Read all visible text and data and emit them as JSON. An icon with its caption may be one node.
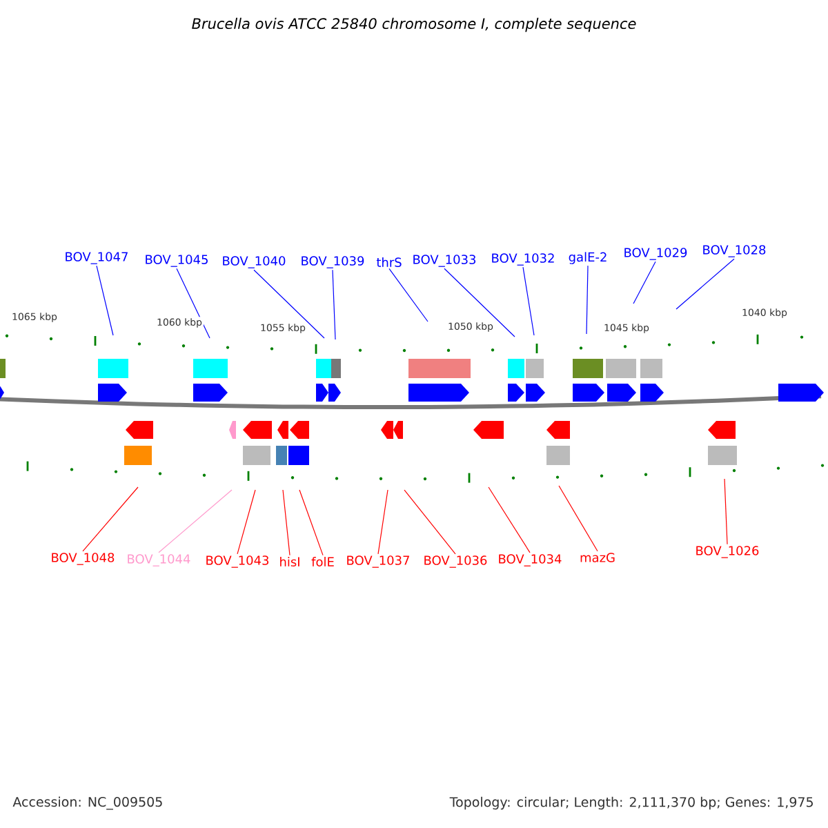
{
  "diagram": {
    "title": "Brucella ovis ATCC 25840 chromosome I, complete sequence",
    "nodes": [
      {
        "text": [
          "BOV_1047"
        ]
      },
      {
        "text": [
          "BOV_1045"
        ]
      },
      {
        "text": [
          "BOV_1040"
        ]
      },
      {
        "text": [
          "BOV_1039"
        ]
      },
      {
        "text": [
          "thrS"
        ]
      },
      {
        "text": [
          "BOV_1033"
        ]
      },
      {
        "text": [
          "BOV_1032"
        ]
      },
      {
        "text": [
          "galE-2"
        ]
      },
      {
        "text": [
          "BOV_1029"
        ]
      },
      {
        "text": [
          "BOV_1028"
        ]
      },
      {
        "text": [
          "BOV_1048"
        ]
      },
      {
        "text": [
          "BOV_1044"
        ]
      },
      {
        "text": [
          "BOV_1043"
        ]
      },
      {
        "text": [
          "hisI"
        ]
      },
      {
        "text": [
          "folE"
        ]
      },
      {
        "text": [
          "BOV_1037"
        ]
      },
      {
        "text": [
          "BOV_1036"
        ]
      },
      {
        "text": [
          "BOV_1034"
        ]
      },
      {
        "text": [
          "mazG"
        ]
      },
      {
        "text": [
          "BOV_1026"
        ]
      }
    ],
    "edges": [
      {
        "from": 0,
        "to": null,
        "arrow": "none",
        "color": "#0000ff"
      },
      {
        "from": 1,
        "to": null,
        "arrow": "none",
        "color": "#0000ff"
      },
      {
        "from": 2,
        "to": null,
        "arrow": "none",
        "color": "#0000ff"
      },
      {
        "from": 3,
        "to": null,
        "arrow": "none",
        "color": "#0000ff"
      },
      {
        "from": 4,
        "to": null,
        "arrow": "none",
        "color": "#0000ff"
      },
      {
        "from": 5,
        "to": null,
        "arrow": "none",
        "color": "#0000ff"
      },
      {
        "from": 6,
        "to": null,
        "arrow": "none",
        "color": "#0000ff"
      },
      {
        "from": 7,
        "to": null,
        "arrow": "none",
        "color": "#0000ff"
      },
      {
        "from": 8,
        "to": null,
        "arrow": "none",
        "color": "#0000ff"
      },
      {
        "from": 9,
        "to": null,
        "arrow": "none",
        "color": "#0000ff"
      },
      {
        "from": 10,
        "to": null,
        "arrow": "none",
        "color": "#ff0000"
      },
      {
        "from": 11,
        "to": null,
        "arrow": "none",
        "color": "#ff99cc"
      },
      {
        "from": 12,
        "to": null,
        "arrow": "none",
        "color": "#ff0000"
      },
      {
        "from": 13,
        "to": null,
        "arrow": "none",
        "color": "#ff0000"
      },
      {
        "from": 14,
        "to": null,
        "arrow": "none",
        "color": "#ff0000"
      },
      {
        "from": 15,
        "to": null,
        "arrow": "none",
        "color": "#ff0000"
      },
      {
        "from": 16,
        "to": null,
        "arrow": "none",
        "color": "#ff0000"
      },
      {
        "from": 17,
        "to": null,
        "arrow": "none",
        "color": "#ff0000"
      },
      {
        "from": 18,
        "to": null,
        "arrow": "none",
        "color": "#ff0000"
      },
      {
        "from": 19,
        "to": null,
        "arrow": "none",
        "color": "#ff0000"
      }
    ],
    "labels": [
      "1065 kbp",
      "1060 kbp",
      "1055 kbp",
      "1050 kbp",
      "1045 kbp",
      "1040 kbp",
      "Accession: NC_009505",
      "Topology: circular; Length: 2,111,370 bp; Genes: 1,975"
    ]
  }
}
